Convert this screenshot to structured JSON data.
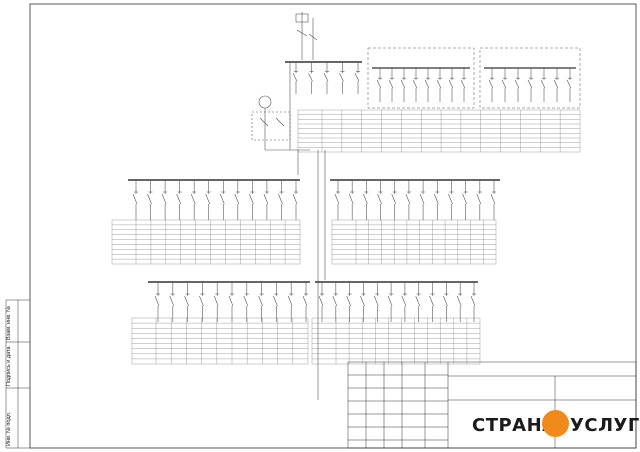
{
  "drawing": {
    "frame_color": "#333333",
    "line_color": "#555555",
    "side_stamp_labels": [
      "Инв. № подл.",
      "Подпись и дата",
      "Взам. инв. №"
    ]
  },
  "watermark": {
    "left": "СТРАНА",
    "right": "УСЛУГ",
    "logo_color": "#f08a1c",
    "logo_icon": "handshake-icon"
  }
}
